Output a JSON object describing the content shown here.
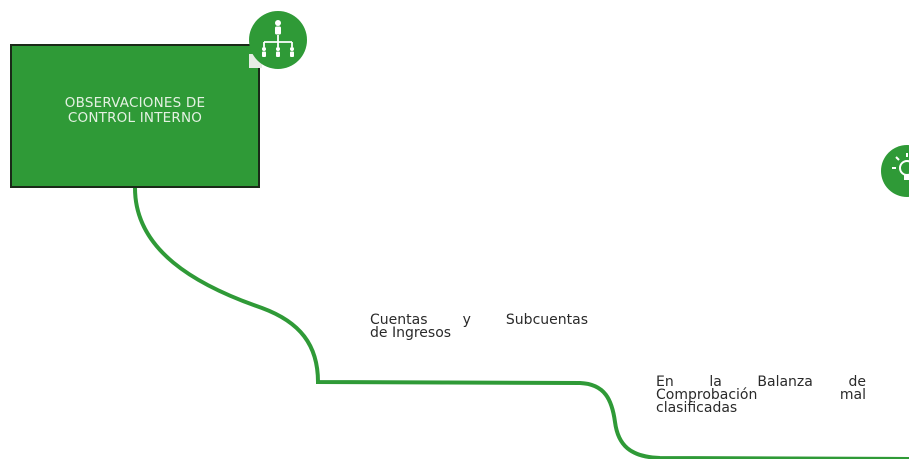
{
  "box": {
    "title_line1": "OBSERVACIONES DE",
    "title_line2": "CONTROL INTERNO"
  },
  "icons": {
    "top_icon": "org-chart-icon",
    "right_icon": "lightbulb-icon"
  },
  "item1": {
    "line1": [
      "Cuentas",
      "y",
      "Subcuentas"
    ],
    "line2": "de Ingresos"
  },
  "item2": {
    "line1": [
      "En",
      "la",
      "Balanza",
      "de"
    ],
    "line2": [
      "Comprobación",
      "mal"
    ],
    "line3": "clasificadas"
  },
  "colors": {
    "green": "#2f9a37",
    "box_border": "#1a2a18",
    "box_text": "#e4f1e2",
    "body_text": "#2a2a2a"
  }
}
